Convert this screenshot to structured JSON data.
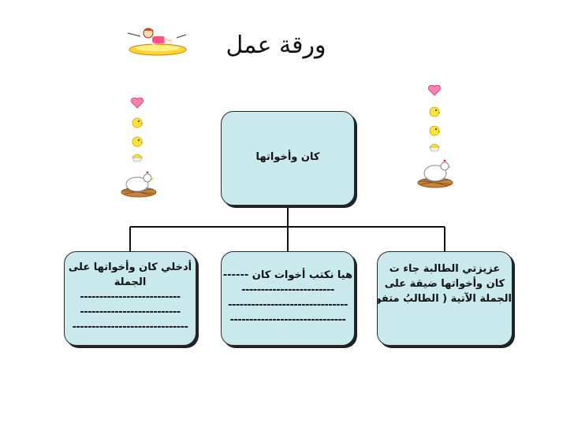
{
  "title": "ورقة عمل",
  "root": {
    "label": "كان وأخواتها"
  },
  "children": [
    {
      "lines": [
        "عزيزتي الطالبة جاء ت",
        "كان وأخواتها ضيقة على",
        "الجملة الآتية ( الطالبُ متفوقٌ)"
      ]
    },
    {
      "lines": [
        "هيا نكتب أخوات كان ------",
        "------------------------",
        "-------------------------------",
        "------------------------------"
      ]
    },
    {
      "lines": [
        "أدخلي كان وأخواتها على",
        "الجملة",
        "--------------------------",
        "--------------------------",
        "------------------------------"
      ]
    }
  ],
  "decorations": [
    "girl-on-cloud-icon",
    "heart-icon",
    "chick-icon",
    "hen-in-nest-icon"
  ],
  "colors": {
    "box_fill": "#c9e9ec",
    "box_border": "#2a2a2a",
    "connector": "#111111"
  }
}
